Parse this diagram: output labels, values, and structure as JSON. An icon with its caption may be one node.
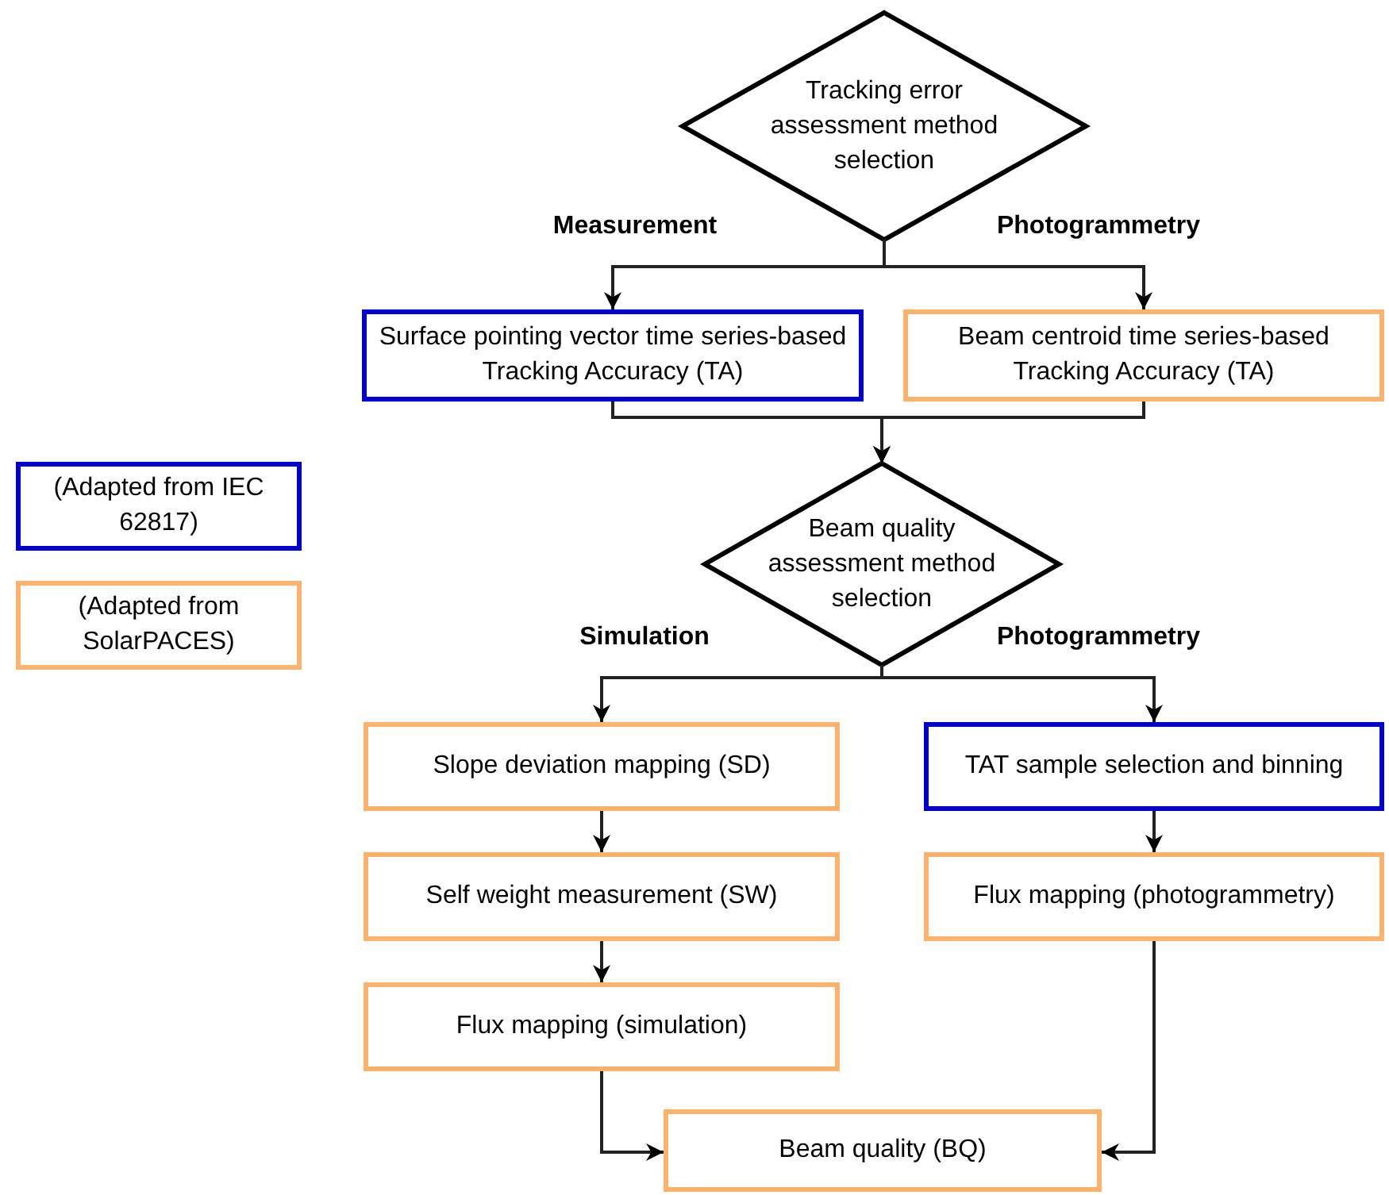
{
  "diagram": {
    "nodes": [
      {
        "text": [
          "Tracking error assessment method selection"
        ]
      },
      {
        "text": [
          "Surface pointing vector time series-based Tracking Accuracy (TA)"
        ]
      },
      {
        "text": [
          "Beam centroid time series-based Tracking Accuracy (TA)"
        ]
      },
      {
        "text": [
          "Beam quality assessment method selection"
        ]
      },
      {
        "text": [
          "Slope deviation mapping (SD)"
        ]
      },
      {
        "text": [
          "Self weight measurement (SW)"
        ]
      },
      {
        "text": [
          "Flux mapping (simulation)"
        ]
      },
      {
        "text": [
          "TAT sample selection and binning"
        ]
      },
      {
        "text": [
          "Flux mapping (photogrammetry)"
        ]
      },
      {
        "text": [
          "Beam quality (BQ)"
        ]
      }
    ],
    "edges": [
      {
        "from": 0,
        "to": 1,
        "arrow": "to",
        "label": "Measurement"
      },
      {
        "from": 0,
        "to": 2,
        "arrow": "to",
        "label": "Photogrammetry"
      },
      {
        "from": 1,
        "to": 3,
        "arrow": "to"
      },
      {
        "from": 2,
        "to": 3,
        "arrow": "to"
      },
      {
        "from": 3,
        "to": 4,
        "arrow": "to",
        "label": "Simulation"
      },
      {
        "from": 3,
        "to": 7,
        "arrow": "to",
        "label": "Photogrammetry"
      },
      {
        "from": 4,
        "to": 5,
        "arrow": "to"
      },
      {
        "from": 5,
        "to": 6,
        "arrow": "to"
      },
      {
        "from": 6,
        "to": 9,
        "arrow": "to"
      },
      {
        "from": 7,
        "to": 8,
        "arrow": "to"
      },
      {
        "from": 8,
        "to": 9,
        "arrow": "to"
      }
    ],
    "legend": [
      {
        "text": "(Adapted from IEC 62817)",
        "color": "#0000cc"
      },
      {
        "text": "(Adapted from SolarPACES)",
        "color": "#ffb26b"
      }
    ]
  }
}
